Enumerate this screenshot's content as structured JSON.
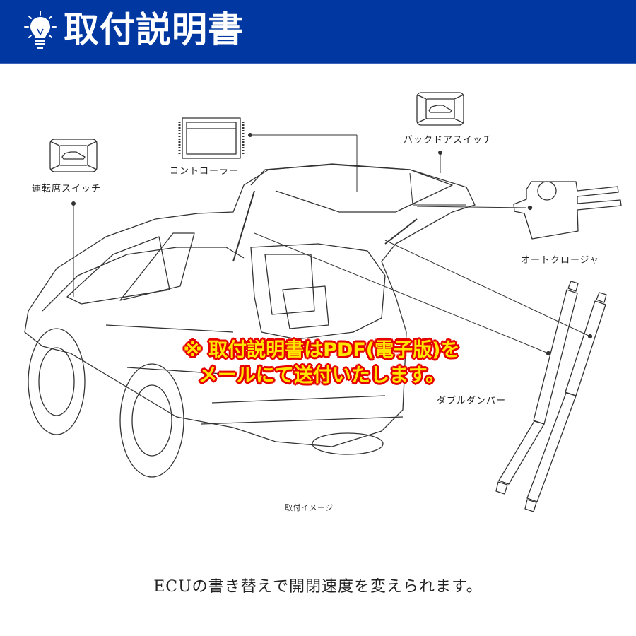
{
  "header": {
    "icon": "lightbulb-icon",
    "title": "取付説明書",
    "background_color": "#0037a0",
    "text_color": "#ffffff"
  },
  "diagram": {
    "labels": {
      "driver_switch": "運転席スイッチ",
      "controller": "コントローラー",
      "back_door_switch": "バックドアスイッチ",
      "auto_closer": "オートクロージャ",
      "double_damper": "ダブルダンパー"
    },
    "caption": "取付イメージ",
    "notice": {
      "line1": "※ 取付説明書はPDF(電子版)を",
      "line2": "メールにて送付いたします。",
      "text_color": "#ffe600",
      "outline_color": "#e60000"
    }
  },
  "footer": {
    "text": "ECUの書き替えで開閉速度を変えられます。"
  }
}
